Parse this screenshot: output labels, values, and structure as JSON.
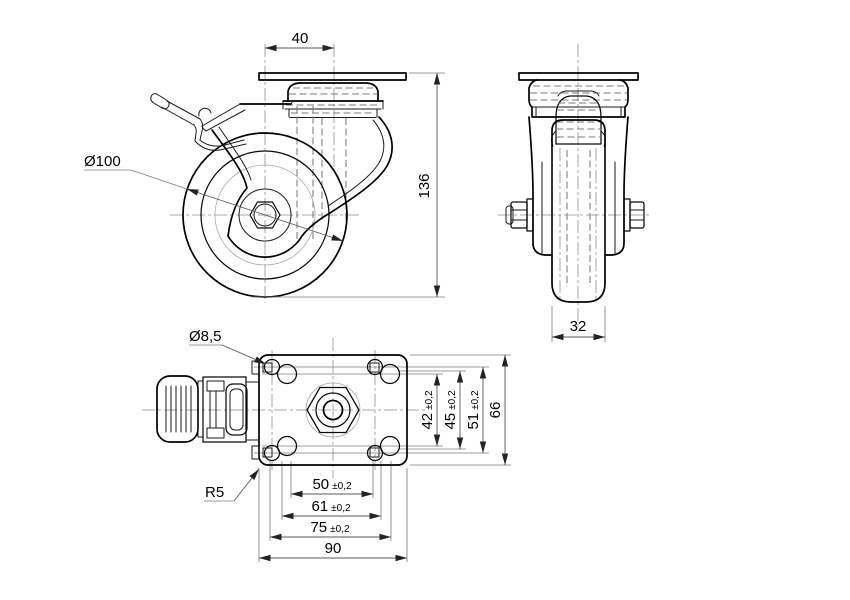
{
  "drawing": {
    "front_view": {
      "dim_offset": "40",
      "dim_height": "136",
      "dim_wheel_diameter": "Ø100"
    },
    "side_view": {
      "dim_wheel_width": "32"
    },
    "top_view": {
      "dim_hole_diameter": "Ø8,5",
      "dim_corner_radius": "R5",
      "dim_width": [
        {
          "value": "50",
          "tol": "±0,2"
        },
        {
          "value": "61",
          "tol": "±0,2"
        },
        {
          "value": "75",
          "tol": "±0,2"
        },
        {
          "value": "90",
          "tol": ""
        }
      ],
      "dim_height": [
        {
          "value": "42",
          "tol": "±0,2"
        },
        {
          "value": "45",
          "tol": "±0,2"
        },
        {
          "value": "51",
          "tol": "±0,2"
        },
        {
          "value": "66",
          "tol": ""
        }
      ]
    }
  }
}
